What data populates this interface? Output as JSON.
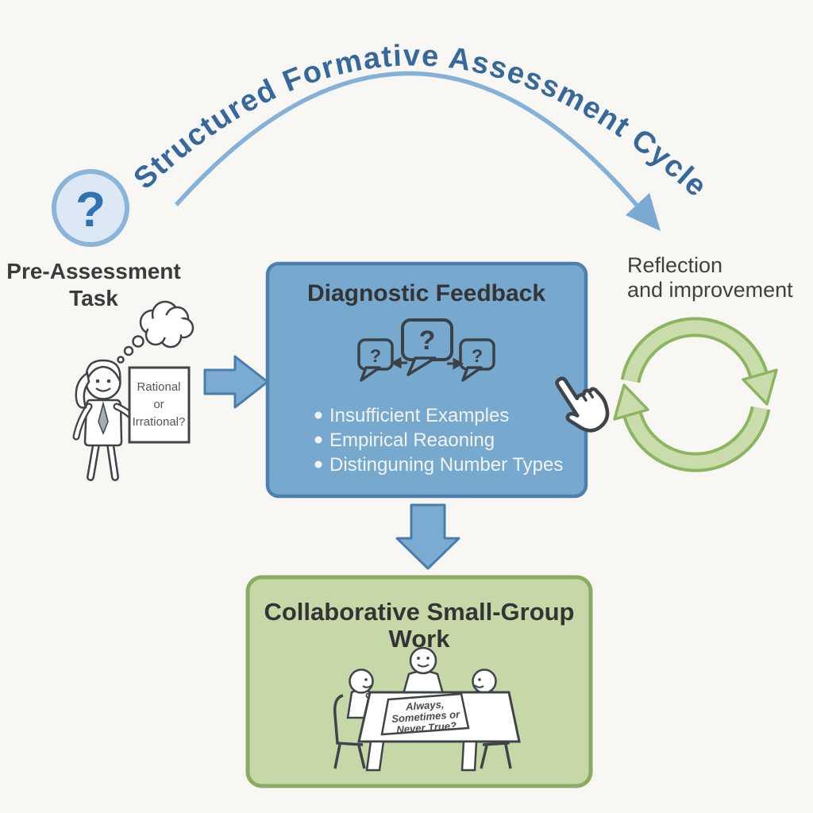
{
  "title_arc": {
    "text": "Structured Formative Assessment Cycle"
  },
  "pre_assessment": {
    "label_line1": "Pre-Assessment",
    "label_line2": "Task",
    "badge_question_mark": "?",
    "task_card": {
      "line1": "Rational",
      "line2": "or",
      "line3": "Irrational?"
    }
  },
  "diagnostic": {
    "title": "Diagnostic Feedback",
    "bubble_large_q": "?",
    "bubble_left_q": "?",
    "bubble_right_q": "?",
    "bullets": [
      "Insufficient Examples",
      "Empirical Reaoning",
      "Distinguning Number Types"
    ]
  },
  "reflection": {
    "label_line1": "Reflection",
    "label_line2": "and improvement"
  },
  "collaboration": {
    "title_line1": "Collaborative Small-Group",
    "title_line2": "Work",
    "discussion_card": {
      "line1": "Always,",
      "line2": "Sometimes or",
      "line3": "Never True?"
    }
  },
  "icons": {
    "question_badge": "question-mark-circle",
    "speech_bubbles": "three-question-speech-bubbles",
    "thought_cloud": "thought-cloud",
    "student": "stick-figure-with-card",
    "cursor": "hand-pointer-cursor",
    "cycle": "green-circular-arrows",
    "group_table": "three-figures-at-table"
  },
  "colors": {
    "background": "#f8f7f4",
    "arc_blue": "#84b1d9",
    "title_blue": "#35689d",
    "box_blue_fill": "#77a8ce",
    "box_blue_border": "#4d80ae",
    "flow_arrow_blue": "#7cabd1",
    "green_box_fill": "#c6d8a7",
    "green_box_border": "#8cab60",
    "cycle_green_fill": "#cadcab",
    "cycle_green_border": "#8bb55f",
    "dark_text": "#3b3b3b",
    "bullet_text_white": "#f0f5f9",
    "question_blue": "#2e74b5",
    "badge_fill": "#dce8f3",
    "badge_border": "#8ab4d9",
    "outline_dark": "#3f4449"
  }
}
